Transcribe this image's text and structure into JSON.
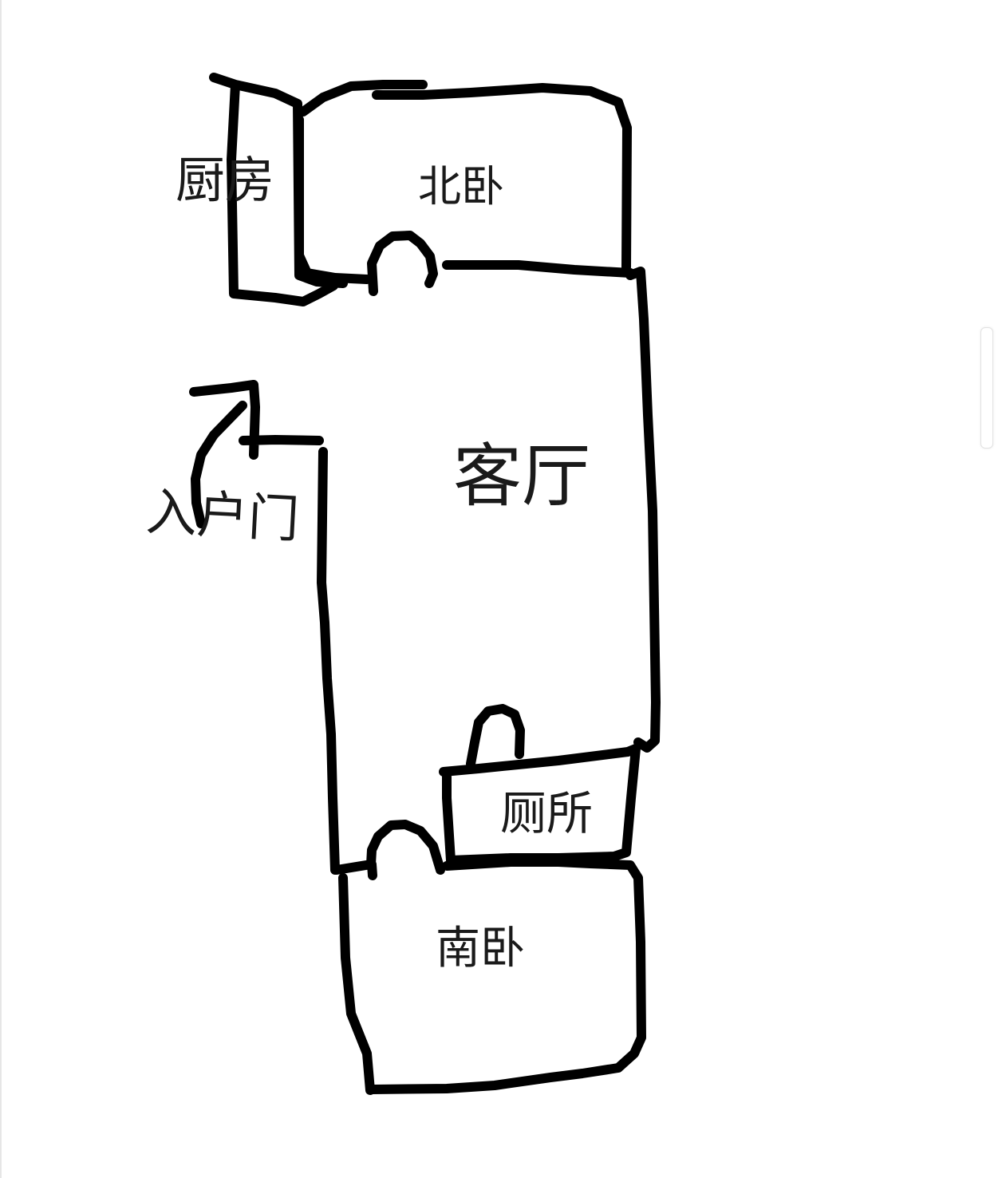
{
  "rooms": {
    "kitchen": "厨房",
    "north_bedroom": "北卧",
    "entrance_door": "入户门",
    "living_room": "客厅",
    "toilet": "厕所",
    "south_bedroom": "南卧"
  },
  "colors": {
    "background": "#ffffff",
    "ink": "#000000",
    "text": "#1a1a1a"
  }
}
